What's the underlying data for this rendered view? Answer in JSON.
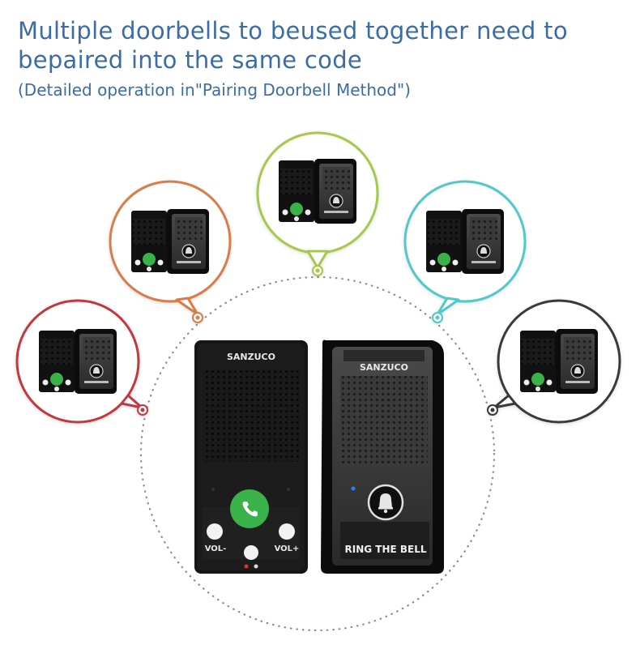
{
  "heading": {
    "line1": "Multiple doorbells to beused together need to",
    "line2": "bepaired into the same code",
    "note": "(Detailed operation in\"Pairing Doorbell Method\")"
  },
  "devices": {
    "receiver_brand": "SANZUCO",
    "button_brand": "SANZUCO",
    "vol_minus": "VOL-",
    "vol_plus": "VOL+",
    "bell_text": "RING THE BELL"
  },
  "bubbles": [
    {
      "name": "red",
      "color": "#c4373f"
    },
    {
      "name": "orange",
      "color": "#d97c47"
    },
    {
      "name": "green",
      "color": "#a7c94a"
    },
    {
      "name": "teal",
      "color": "#4fc9c9"
    },
    {
      "name": "dark",
      "color": "#3a3a3a"
    }
  ],
  "colors": {
    "accent_text": "#3b6ca8",
    "call_green": "#39b24a",
    "device_black": "#151515"
  },
  "icons": [
    "phone-icon",
    "bell-icon",
    "led-indicator-icon"
  ]
}
